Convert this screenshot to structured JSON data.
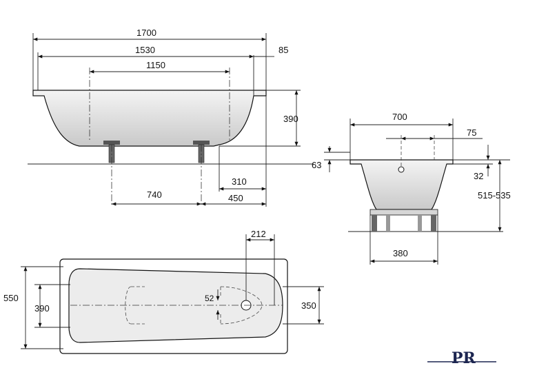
{
  "dimensions": {
    "overall_length": "1700",
    "inner_length": "1530",
    "rim_overhang": "85",
    "bottom_length": "1150",
    "depth": "390",
    "foot_spacing": "740",
    "drain_offset_small": "310",
    "drain_offset_large": "450",
    "inner_width": "700",
    "overflow_offset": "75",
    "rim_height": "63",
    "rim_thickness": "32",
    "installed_height": "515-535",
    "foot_width": "380",
    "drain_distance": "212",
    "overall_width": "550",
    "bottom_width": "390",
    "head_width": "350",
    "drain_diameter": "52"
  },
  "logo": {
    "letters": "PR",
    "color": "#1c2550"
  }
}
